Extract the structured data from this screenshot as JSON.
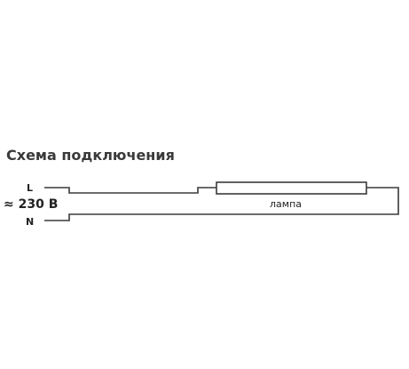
{
  "title": "Схема подключения",
  "labels": {
    "line": "L",
    "neutral": "N",
    "voltage": "≈ 230 В",
    "lamp": "лампа"
  },
  "colors": {
    "wire": "#3a3a3a",
    "text": "#222222",
    "title": "#3a3a3a"
  }
}
